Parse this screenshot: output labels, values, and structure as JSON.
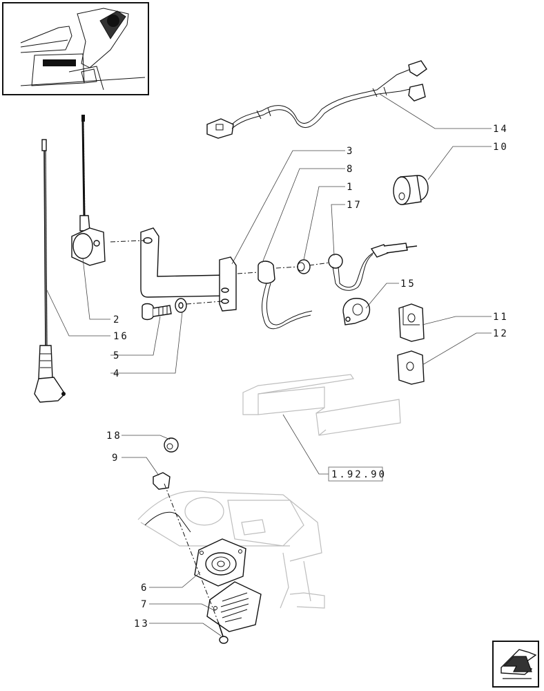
{
  "callouts": [
    {
      "id": "c1",
      "text": "1"
    },
    {
      "id": "c2",
      "text": "2"
    },
    {
      "id": "c3",
      "text": "3"
    },
    {
      "id": "c4",
      "text": "4"
    },
    {
      "id": "c5",
      "text": "5"
    },
    {
      "id": "c6",
      "text": "6"
    },
    {
      "id": "c7",
      "text": "7"
    },
    {
      "id": "c8",
      "text": "8"
    },
    {
      "id": "c9",
      "text": "9"
    },
    {
      "id": "c10",
      "text": "10"
    },
    {
      "id": "c11",
      "text": "11"
    },
    {
      "id": "c12",
      "text": "12"
    },
    {
      "id": "c13",
      "text": "13"
    },
    {
      "id": "c14",
      "text": "14"
    },
    {
      "id": "c15",
      "text": "15"
    },
    {
      "id": "c16",
      "text": "16"
    },
    {
      "id": "c17",
      "text": "17"
    },
    {
      "id": "c18",
      "text": "18"
    }
  ],
  "reference_box": {
    "text": "1.92.90"
  },
  "nav": {
    "icon": "previous-page-arrow-icon"
  }
}
